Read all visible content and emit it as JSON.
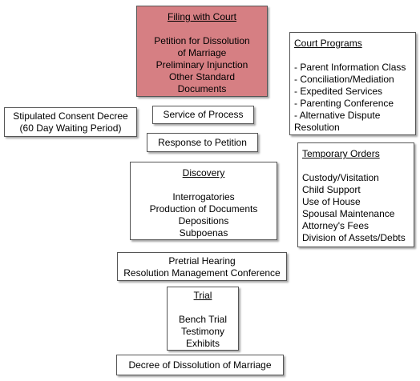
{
  "colors": {
    "filing_fill": "#d67f83",
    "border": "#555555"
  },
  "filing": {
    "title": "Filing with Court",
    "lines": [
      "Petition for Dissolution",
      "of Marriage",
      "Preliminary Injunction",
      "Other Standard",
      "Documents"
    ]
  },
  "court_programs": {
    "title": "Court Programs",
    "lines": [
      "- Parent Information Class",
      "- Conciliation/Mediation",
      "- Expedited Services",
      "- Parenting Conference",
      "- Alternative Dispute",
      "Resolution"
    ]
  },
  "stipulated": {
    "lines": [
      "Stipulated Consent Decree",
      "(60 Day Waiting Period)"
    ]
  },
  "service": {
    "label": "Service of Process"
  },
  "response": {
    "label": "Response to Petition"
  },
  "temporary_orders": {
    "title": "Temporary Orders",
    "lines": [
      "Custody/Visitation",
      "Child Support",
      "Use of House",
      "Spousal Maintenance",
      "Attorney's Fees",
      "Division of Assets/Debts"
    ]
  },
  "discovery": {
    "title": "Discovery",
    "lines": [
      "Interrogatories",
      "Production of Documents",
      "Depositions",
      "Subpoenas"
    ]
  },
  "pretrial": {
    "lines": [
      "Pretrial Hearing",
      "Resolution Management Conference"
    ]
  },
  "trial": {
    "title": "Trial",
    "lines": [
      "Bench Trial",
      "Testimony",
      "Exhibits"
    ]
  },
  "decree": {
    "label": "Decree of Dissolution of Marriage"
  }
}
